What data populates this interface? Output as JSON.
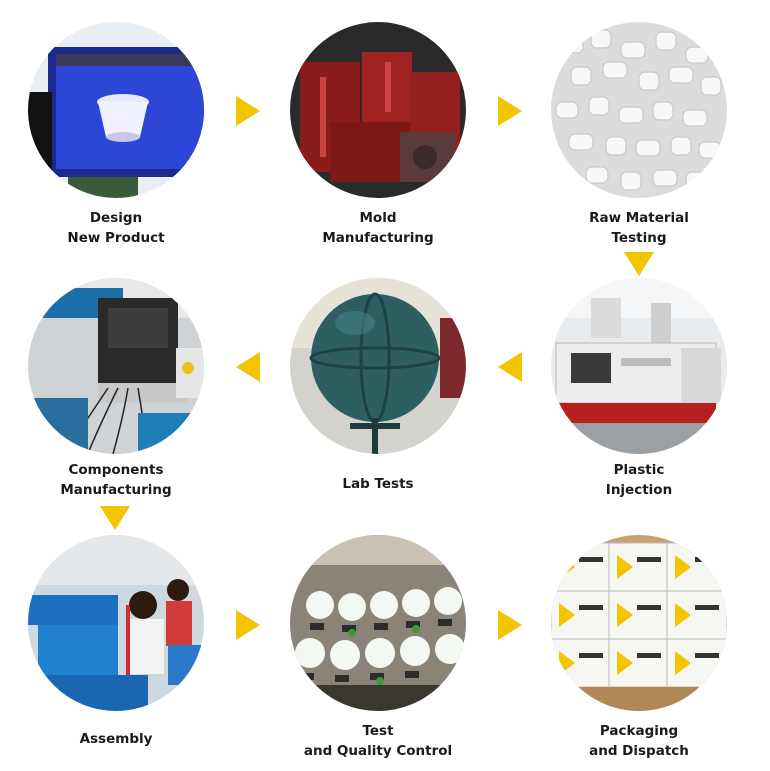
{
  "steps": [
    {
      "line1": "Design",
      "line2": "New Product",
      "photo": "monitor showing lamp design"
    },
    {
      "line1": "Mold",
      "line2": "Manufacturing",
      "photo": "red steel molds"
    },
    {
      "line1": "Raw Material",
      "line2": "Testing",
      "photo": "white plastic pellets"
    },
    {
      "line1": "Components",
      "line2": "Manufacturing",
      "photo": "machine with wires"
    },
    {
      "line1": "Lab Tests",
      "line2": "",
      "photo": "integrating sphere"
    },
    {
      "line1": "Plastic",
      "line2": "Injection",
      "photo": "injection molding machine"
    },
    {
      "line1": "Assembly",
      "line2": "",
      "photo": "workers assembling"
    },
    {
      "line1": "Test",
      "line2": "and Quality Control",
      "photo": "lamps lit on test rack"
    },
    {
      "line1": "Packaging",
      "line2": "and Dispatch",
      "photo": "stacked boxes"
    }
  ],
  "colors": {
    "arrow": "#f2c500",
    "text": "#1a1a1a"
  }
}
